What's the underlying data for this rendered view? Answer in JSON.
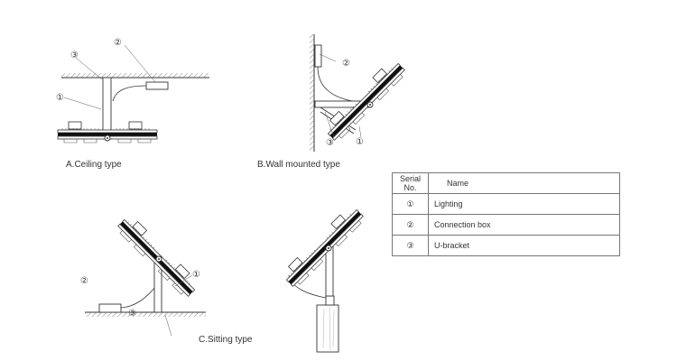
{
  "captions": {
    "ceiling": "A.Ceiling type",
    "wall": "B.Wall mounted type",
    "sitting": "C.Sitting type"
  },
  "callouts": {
    "one": "①",
    "two": "②",
    "three": "③"
  },
  "legend": {
    "header_serial": "Serial No.",
    "header_name": "Name",
    "rows": [
      {
        "serial": "①",
        "name": "Lighting"
      },
      {
        "serial": "②",
        "name": "Connection box"
      },
      {
        "serial": "③",
        "name": "U-bracket"
      }
    ]
  }
}
